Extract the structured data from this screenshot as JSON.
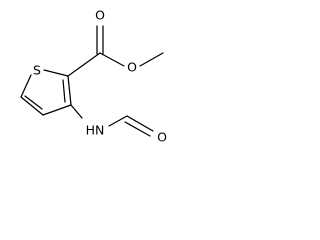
{
  "molecule": {
    "atoms": {
      "ring_sulfur": "S",
      "carbonyl_oxygen": "O",
      "ester_oxygen": "O",
      "amide_nitrogen": "HN",
      "formyl_oxygen": "O"
    }
  }
}
